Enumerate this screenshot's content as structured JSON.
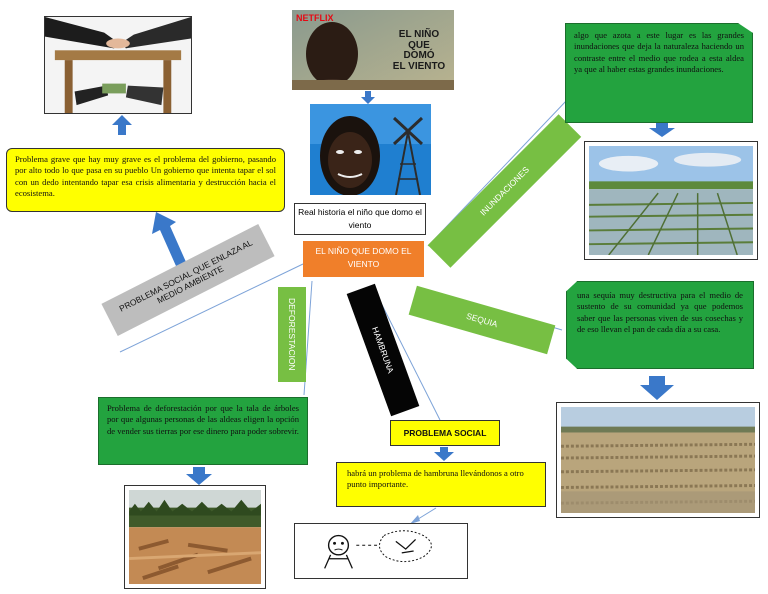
{
  "poster": {
    "brand": "NETFLIX",
    "title_line1": "EL NIÑO",
    "title_line2": "QUE",
    "title_line3": "DOMÓ",
    "title_line4": "EL VIENTO"
  },
  "center": {
    "history_caption": "Real historia el niño que domo el viento",
    "main_title": "EL NIÑO QUE DOMO EL VIENTO"
  },
  "labels": {
    "inundaciones": "INUNDACIONES",
    "sequia": "SEQUIA",
    "hambruna": "HAMBRUNA",
    "deforestacion": "DEFORESTACION",
    "problema_social_ambiente": "PROBLEMA SOCIAL QUE ENLAZA AL MEDIO AMBIENTE",
    "problema_social": "PROBLEMA SOCIAL"
  },
  "notes": {
    "government": "Problema grave que hay muy grave es el problema del gobierno, pasando por alto todo lo que pasa en su pueblo Un gobierno que intenta tapar el sol con un dedo intentando tapar esa crisis alimentaria y destrucción hacia el ecosistema.",
    "floods": "algo que azota a este lugar es las grandes inundaciones que deja la naturaleza haciendo un contraste entre el medio que rodea a esta aldea ya que al haber estas grandes inundaciones.",
    "drought": "una sequía muy destructiva para el medio de sustento de su comunidad ya que podemos saber que las personas viven de sus cosechas y de eso llevan el pan de cada día a su casa.",
    "deforestation": "Problema de deforestación por que la tala de árboles por que algunas personas de las aldeas eligen la opción de vender sus tierras por ese dinero para poder sobrevir.",
    "famine": "habrá un problema de hambruna llevándonos a otro punto importante."
  },
  "colors": {
    "green": "#23a33f",
    "light_green": "#77bf43",
    "yellow": "#ffff00",
    "orange": "#f07f2a",
    "arrow_blue": "#3a78c9",
    "gray": "#bdbdbd",
    "black": "#050505"
  }
}
